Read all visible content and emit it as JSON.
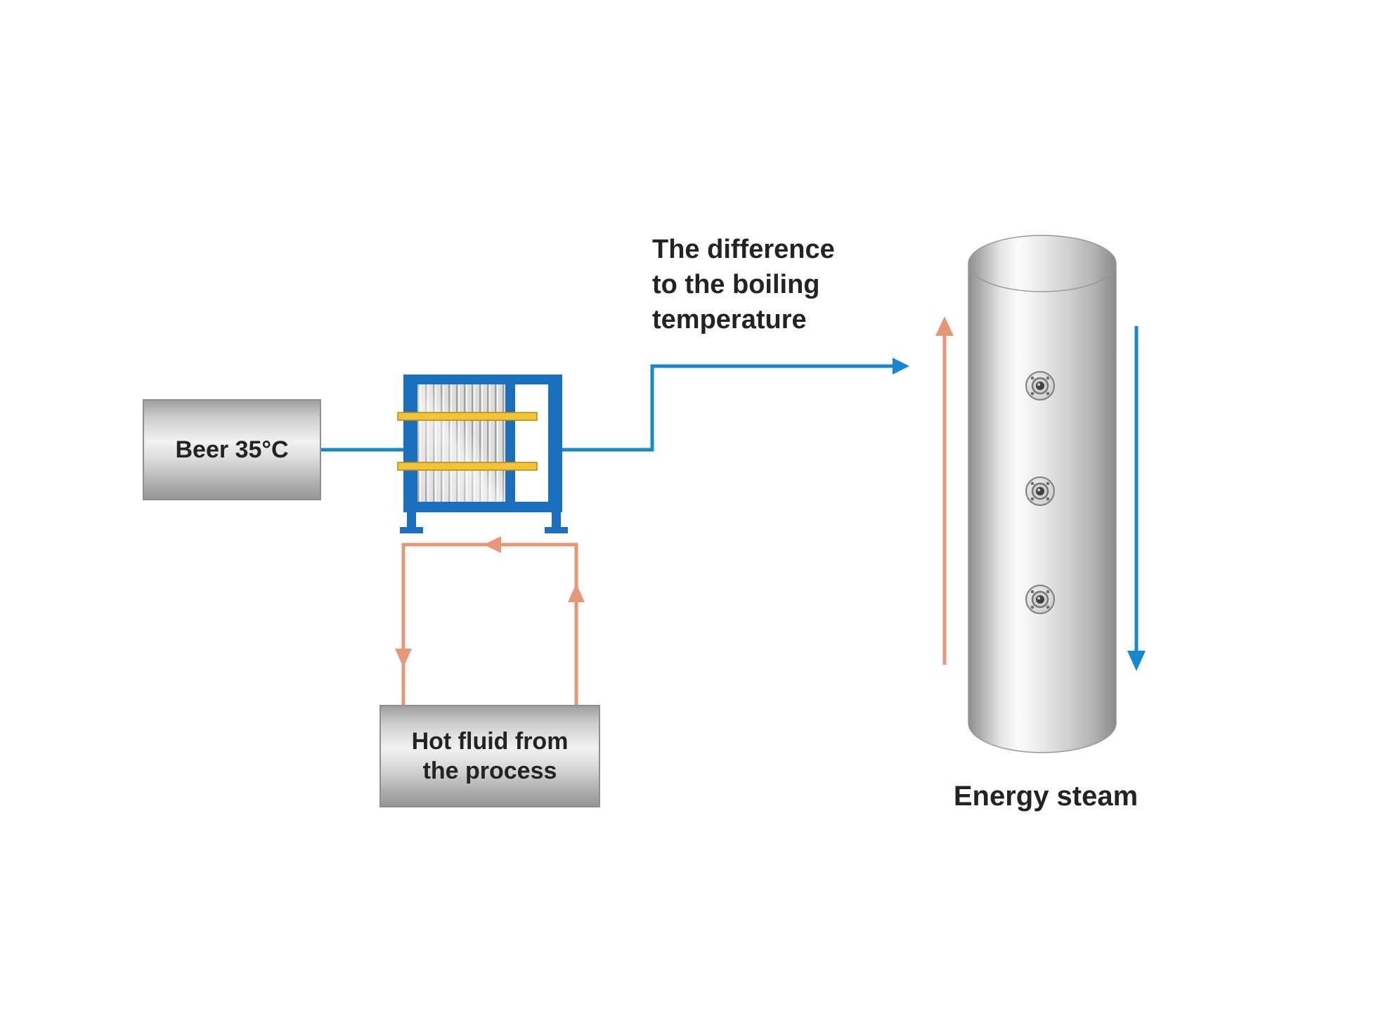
{
  "diagram": {
    "labels": {
      "beer_box": "Beer 35°C",
      "difference_note": "The difference\nto the boiling\ntemperature",
      "hot_fluid_box": "Hot fluid from\nthe process",
      "tank_caption": "Energy steam"
    },
    "colors": {
      "flow_cold": "#1787CE",
      "flow_hot": "#E59877",
      "frame_blue": "#1B6FBF",
      "carry_yellow": "#F2C437",
      "text_color": "#232323"
    }
  }
}
